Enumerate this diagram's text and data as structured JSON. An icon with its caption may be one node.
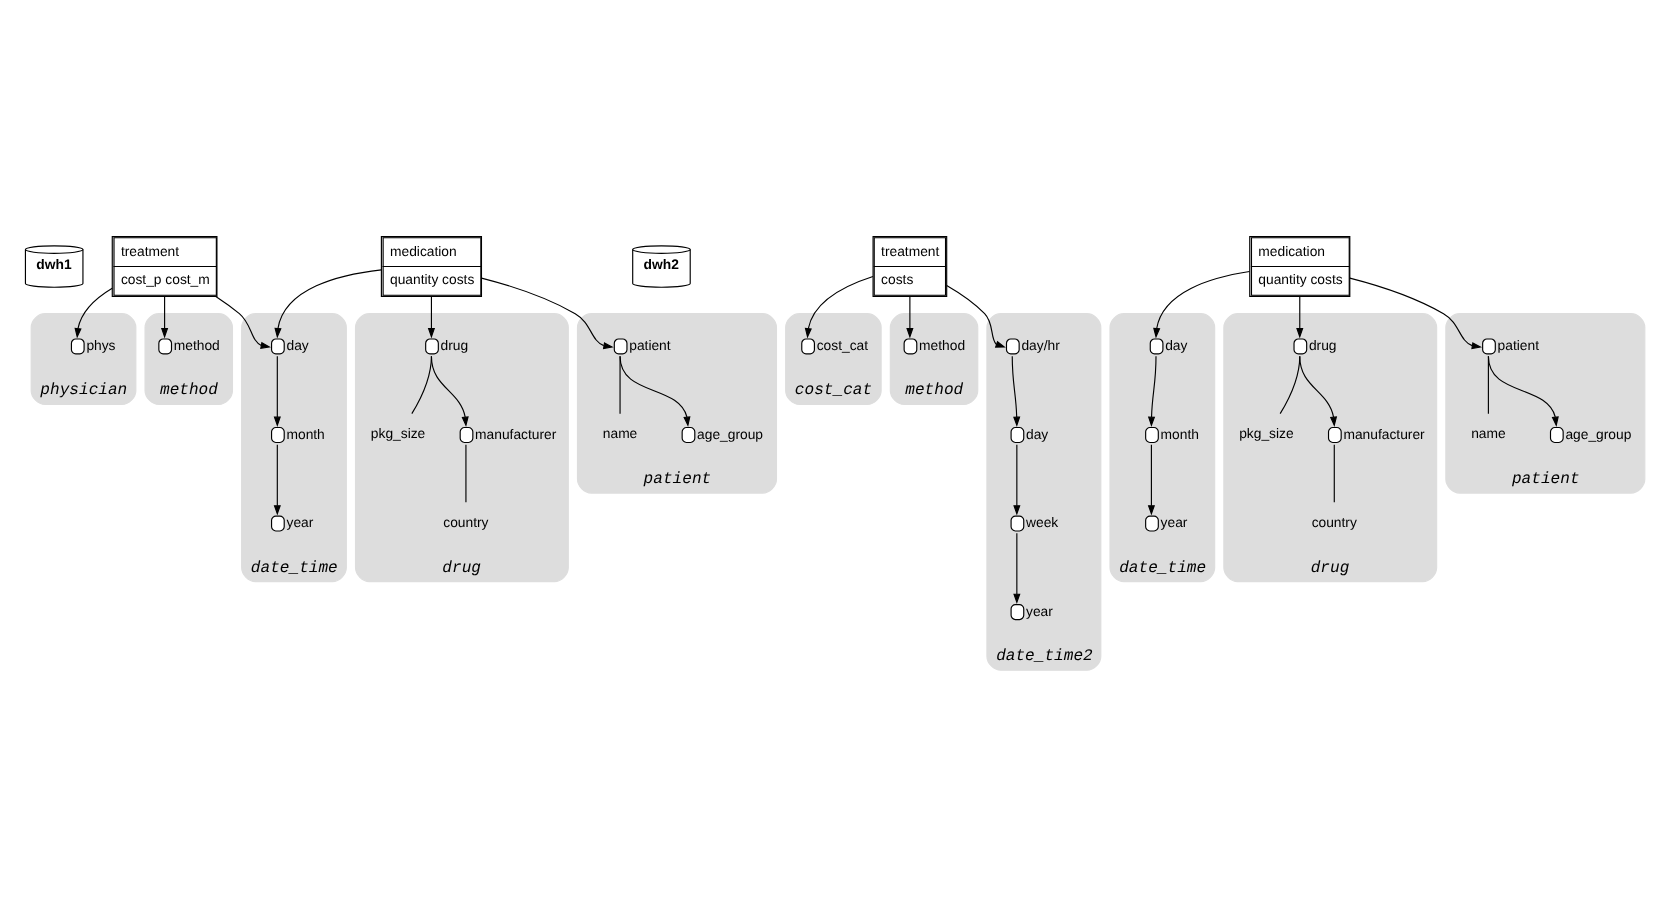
{
  "diagram": {
    "nodes": [
      {
        "text": [
          "dwh1"
        ]
      },
      {
        "text": [
          "treatment",
          "cost_p cost_m"
        ]
      },
      {
        "text": [
          "physician"
        ]
      },
      {
        "text": [
          "phys"
        ],
        "in": 2
      },
      {
        "text": [
          "method"
        ]
      },
      {
        "text": [
          "method"
        ],
        "in": 4
      },
      {
        "text": [
          "date_time"
        ]
      },
      {
        "text": [
          "day"
        ],
        "in": 6
      },
      {
        "text": [
          "month"
        ],
        "in": 6
      },
      {
        "text": [
          "year"
        ],
        "in": 6
      },
      {
        "text": [
          "medication",
          "quantity costs"
        ]
      },
      {
        "text": [
          "drug"
        ]
      },
      {
        "text": [
          "drug"
        ],
        "in": 11
      },
      {
        "text": [
          "pkg_size"
        ],
        "in": 11
      },
      {
        "text": [
          "manufacturer"
        ],
        "in": 11
      },
      {
        "text": [
          "country"
        ],
        "in": 11
      },
      {
        "text": [
          "patient"
        ]
      },
      {
        "text": [
          "patient"
        ],
        "in": 16
      },
      {
        "text": [
          "name"
        ],
        "in": 16
      },
      {
        "text": [
          "age_group"
        ],
        "in": 16
      },
      {
        "text": [
          "dwh2"
        ]
      },
      {
        "text": [
          "treatment",
          "costs"
        ]
      },
      {
        "text": [
          "cost_cat"
        ]
      },
      {
        "text": [
          "cost_cat"
        ],
        "in": 22
      },
      {
        "text": [
          "method"
        ]
      },
      {
        "text": [
          "method"
        ],
        "in": 24
      },
      {
        "text": [
          "date_time2"
        ]
      },
      {
        "text": [
          "day/hr"
        ],
        "in": 26
      },
      {
        "text": [
          "day"
        ],
        "in": 26
      },
      {
        "text": [
          "week"
        ],
        "in": 26
      },
      {
        "text": [
          "year"
        ],
        "in": 26
      },
      {
        "text": [
          "date_time"
        ]
      },
      {
        "text": [
          "day"
        ],
        "in": 31
      },
      {
        "text": [
          "month"
        ],
        "in": 31
      },
      {
        "text": [
          "year"
        ],
        "in": 31
      },
      {
        "text": [
          "medication",
          "quantity costs"
        ]
      },
      {
        "text": [
          "drug"
        ]
      },
      {
        "text": [
          "drug"
        ],
        "in": 36
      },
      {
        "text": [
          "pkg_size"
        ],
        "in": 36
      },
      {
        "text": [
          "manufacturer"
        ],
        "in": 36
      },
      {
        "text": [
          "country"
        ],
        "in": 36
      },
      {
        "text": [
          "patient"
        ]
      },
      {
        "text": [
          "patient"
        ],
        "in": 41
      },
      {
        "text": [
          "name"
        ],
        "in": 41
      },
      {
        "text": [
          "age_group"
        ],
        "in": 41
      }
    ],
    "edges": [
      {
        "from": 1,
        "to": 3,
        "arrow": "to"
      },
      {
        "from": 1,
        "to": 5,
        "arrow": "to"
      },
      {
        "from": 1,
        "to": 7,
        "arrow": "to"
      },
      {
        "from": 7,
        "to": 8,
        "arrow": "to"
      },
      {
        "from": 8,
        "to": 9,
        "arrow": "to"
      },
      {
        "from": 10,
        "to": 7,
        "arrow": "to"
      },
      {
        "from": 10,
        "to": 12,
        "arrow": "to"
      },
      {
        "from": 12,
        "to": 13,
        "arrow": "none"
      },
      {
        "from": 12,
        "to": 14,
        "arrow": "to"
      },
      {
        "from": 14,
        "to": 15,
        "arrow": "none"
      },
      {
        "from": 10,
        "to": 17,
        "arrow": "to"
      },
      {
        "from": 17,
        "to": 18,
        "arrow": "none"
      },
      {
        "from": 17,
        "to": 19,
        "arrow": "to"
      },
      {
        "from": 21,
        "to": 23,
        "arrow": "to"
      },
      {
        "from": 21,
        "to": 25,
        "arrow": "to"
      },
      {
        "from": 21,
        "to": 27,
        "arrow": "to"
      },
      {
        "from": 27,
        "to": 28,
        "arrow": "to"
      },
      {
        "from": 28,
        "to": 29,
        "arrow": "to"
      },
      {
        "from": 29,
        "to": 30,
        "arrow": "to"
      },
      {
        "from": 35,
        "to": 32,
        "arrow": "to"
      },
      {
        "from": 32,
        "to": 33,
        "arrow": "to"
      },
      {
        "from": 33,
        "to": 34,
        "arrow": "to"
      },
      {
        "from": 35,
        "to": 37,
        "arrow": "to"
      },
      {
        "from": 37,
        "to": 38,
        "arrow": "none"
      },
      {
        "from": 37,
        "to": 39,
        "arrow": "to"
      },
      {
        "from": 39,
        "to": 40,
        "arrow": "none"
      },
      {
        "from": 35,
        "to": 42,
        "arrow": "to"
      },
      {
        "from": 42,
        "to": 43,
        "arrow": "none"
      },
      {
        "from": 42,
        "to": 44,
        "arrow": "to"
      }
    ]
  }
}
